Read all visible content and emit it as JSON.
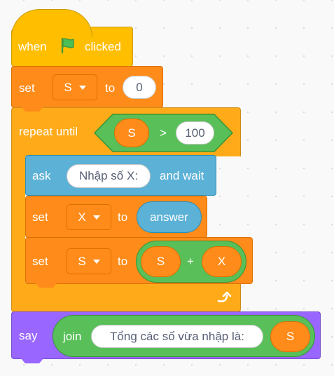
{
  "script": {
    "hat": {
      "when_label": "when",
      "flag_icon": "green-flag-icon",
      "clicked_label": "clicked"
    },
    "set_s_zero": {
      "set_label": "set",
      "variable": "S",
      "to_label": "to",
      "value": "0"
    },
    "repeat_until": {
      "label": "repeat until",
      "left_var": "S",
      "operator": ">",
      "right_value": "100",
      "loop_icon": "loop-arrow-icon"
    },
    "ask": {
      "label": "ask",
      "question": "Nhập số X:",
      "and_wait_label": "and wait"
    },
    "set_x_answer": {
      "set_label": "set",
      "variable": "X",
      "to_label": "to",
      "value": "answer"
    },
    "set_s_sum": {
      "set_label": "set",
      "variable": "S",
      "to_label": "to",
      "left_var": "S",
      "operator": "+",
      "right_var": "X"
    },
    "say": {
      "label": "say",
      "join_label": "join",
      "text": "Tổng các số vừa nhập là:",
      "var": "S"
    }
  },
  "colors": {
    "events": "#ffbf00",
    "variables": "#ff8c1a",
    "control": "#ffab19",
    "sensing": "#5cb1d6",
    "looks": "#9966ff",
    "operators": "#59c059"
  }
}
